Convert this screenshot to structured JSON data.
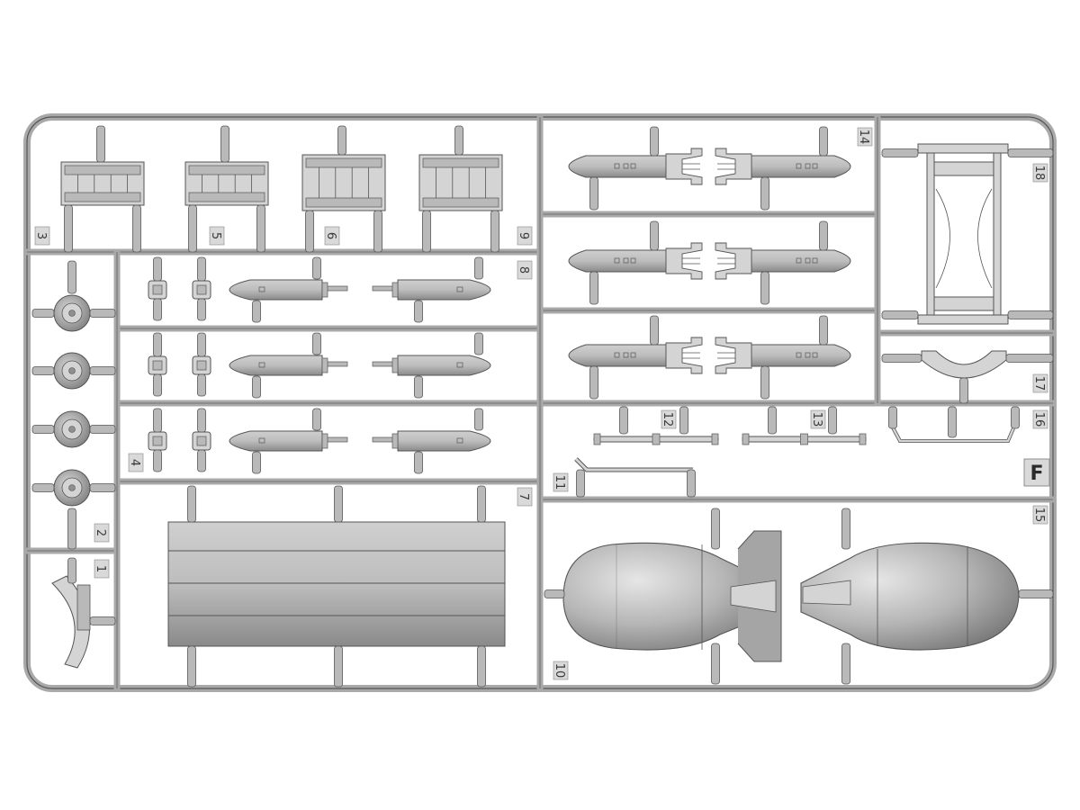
{
  "sprue": {
    "letter": "F",
    "part_numbers": [
      "1",
      "2",
      "3",
      "4",
      "5",
      "6",
      "7",
      "8",
      "9",
      "10",
      "11",
      "12",
      "13",
      "14",
      "15",
      "16",
      "17",
      "18"
    ]
  },
  "colors": {
    "plastic": "#b9b9b9",
    "plastic_light": "#d4d4d4",
    "plastic_dark": "#8f8f8f",
    "outline": "#555555",
    "label_box": "#d9d9d9"
  }
}
